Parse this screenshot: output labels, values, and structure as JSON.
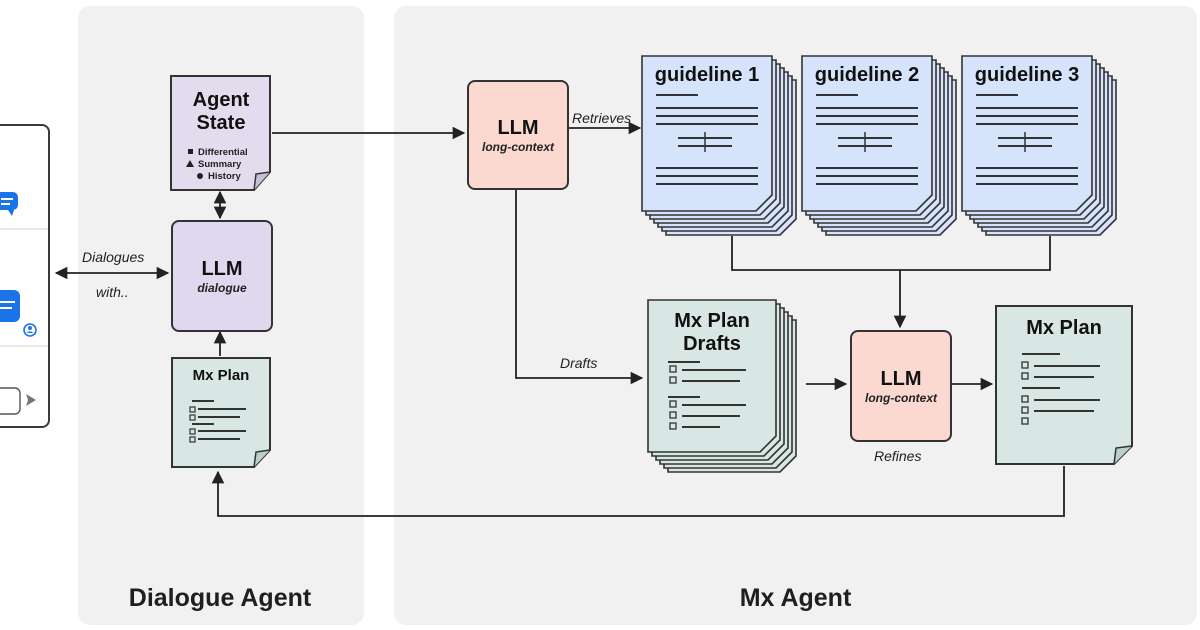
{
  "panels": {
    "dialogue_agent": "Dialogue Agent",
    "mx_agent": "Mx Agent"
  },
  "agent_state": {
    "title_line1": "Agent",
    "title_line2": "State",
    "items": [
      "Differential",
      "Summary",
      "History"
    ]
  },
  "llm_dialogue": {
    "title": "LLM",
    "subtitle": "dialogue"
  },
  "llm_retrieve": {
    "title": "LLM",
    "subtitle": "long-context"
  },
  "llm_refine": {
    "title": "LLM",
    "subtitle": "long-context"
  },
  "mx_plan_small": {
    "title": "Mx Plan"
  },
  "guidelines": [
    "guideline 1",
    "guideline 2",
    "guideline 3"
  ],
  "drafts": {
    "title_line1": "Mx Plan",
    "title_line2": "Drafts"
  },
  "mx_plan_final": {
    "title": "Mx Plan"
  },
  "edge_labels": {
    "dialogues_line1": "Dialogues",
    "dialogues_line2": "with..",
    "retrieves": "Retrieves",
    "drafts": "Drafts",
    "refines": "Refines"
  },
  "colors": {
    "panel_bg": "#f1f1f1",
    "agent_state": "#e3dcee",
    "llm_dialogue": "#e0d8ef",
    "llm_long_context": "#fbd8d0",
    "guideline": "#d6e4fb",
    "mx_plan": "#d8e6e4",
    "chat_bubble": "#1a73e8"
  },
  "icons": [
    "chat-bubble-icon",
    "user-avatar-icon",
    "send-icon"
  ]
}
